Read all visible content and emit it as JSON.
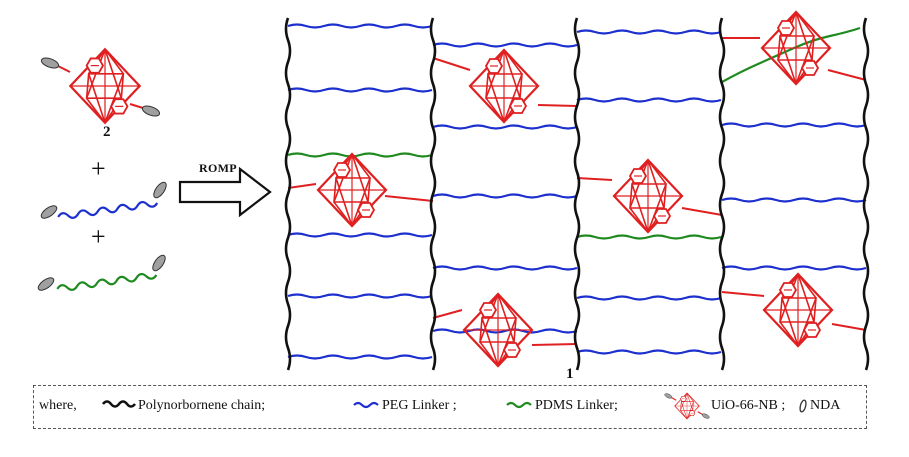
{
  "labels": {
    "compound_2": "2",
    "plus_1": "+",
    "plus_2": "+",
    "romp": "ROMP",
    "product_1": "1"
  },
  "legend": {
    "where": "where,",
    "polynorbornene": "Polynorbornene chain;",
    "peg": "PEG Linker ;",
    "pdms": "PDMS Linker;",
    "uio": "UiO-66-NB ;",
    "nda": "NDA"
  },
  "colors": {
    "chain": "#111111",
    "peg": "#1c2fcf",
    "pdms": "#1f8a1f",
    "mof": "#e02020",
    "nda": "#9a9a9a"
  },
  "icons": {
    "mof": "octahedron-mof-icon",
    "nda": "nda-ellipse-icon"
  }
}
